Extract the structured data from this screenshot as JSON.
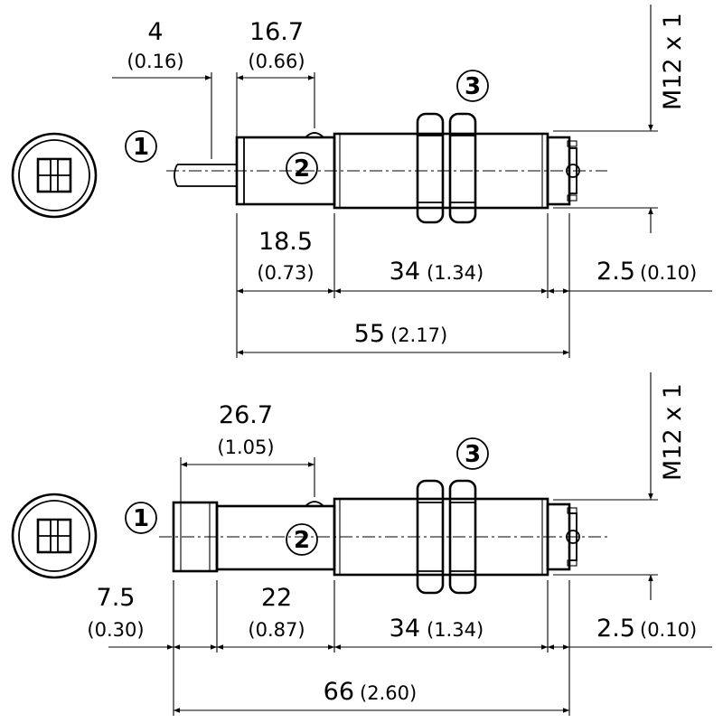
{
  "thread_label": "M12 x 1",
  "callouts": {
    "one": "1",
    "two": "2",
    "three": "3"
  },
  "top": {
    "dim_cable_mm": "4",
    "dim_cable_in": "(0.16)",
    "dim_led_mm": "16.7",
    "dim_led_in": "(0.66)",
    "dim_body_mm": "18.5",
    "dim_body_in": "(0.73)",
    "dim_thread_mm": "34",
    "dim_thread_in": "(1.34)",
    "dim_cap_mm": "2.5",
    "dim_cap_in": "(0.10)",
    "dim_total_mm": "55",
    "dim_total_in": "(2.17)"
  },
  "bottom": {
    "dim_led_mm": "26.7",
    "dim_led_in": "(1.05)",
    "dim_conn_mm": "7.5",
    "dim_conn_in": "(0.30)",
    "dim_body_mm": "22",
    "dim_body_in": "(0.87)",
    "dim_thread_mm": "34",
    "dim_thread_in": "(1.34)",
    "dim_cap_mm": "2.5",
    "dim_cap_in": "(0.10)",
    "dim_total_mm": "66",
    "dim_total_in": "(2.60)"
  }
}
